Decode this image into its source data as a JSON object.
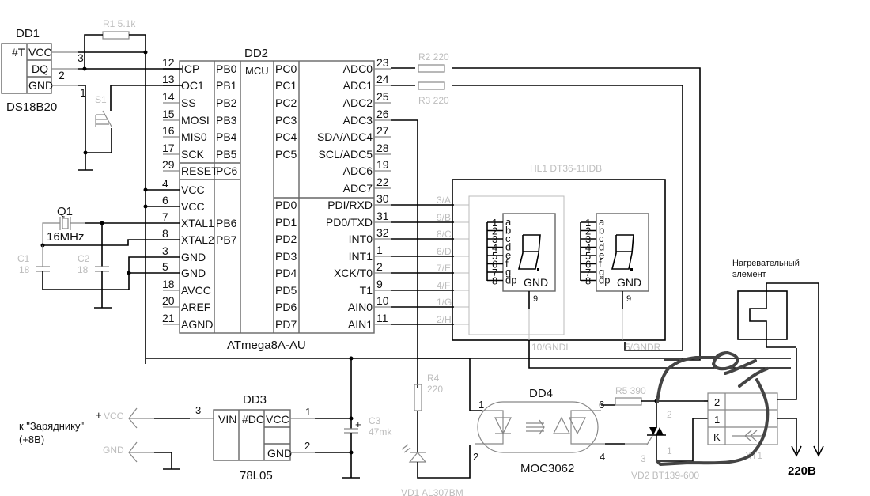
{
  "dd1": {
    "ref": "DD1",
    "part": "DS18B20",
    "pins": [
      "VCC",
      "DQ",
      "GND"
    ],
    "prefix": "#T",
    "pin_numbers": [
      "3",
      "2",
      "1"
    ]
  },
  "r1": {
    "label": "R1 5.1k"
  },
  "s1": {
    "label": "S1"
  },
  "q1": {
    "ref": "Q1",
    "freq": "16MHz"
  },
  "c1": {
    "ref": "C1",
    "value": "18"
  },
  "c2": {
    "ref": "C2",
    "value": "18"
  },
  "dd2": {
    "ref": "DD2",
    "part": "ATmega8A-AU",
    "center": "MCU",
    "left_pins": [
      {
        "num": "12",
        "name": "ICP",
        "port": "PB0"
      },
      {
        "num": "13",
        "name": "OC1",
        "port": "PB1"
      },
      {
        "num": "14",
        "name": "SS",
        "port": "PB2"
      },
      {
        "num": "15",
        "name": "MOSI",
        "port": "PB3"
      },
      {
        "num": "16",
        "name": "MIS0",
        "port": "PB4"
      },
      {
        "num": "17",
        "name": "SCK",
        "port": "PB5"
      },
      {
        "num": "29",
        "name": "RESET",
        "port": "PC6"
      },
      {
        "num": "4",
        "name": "VCC",
        "port": ""
      },
      {
        "num": "6",
        "name": "VCC",
        "port": ""
      },
      {
        "num": "7",
        "name": "XTAL1",
        "port": "PB6"
      },
      {
        "num": "8",
        "name": "XTAL2",
        "port": "PB7"
      },
      {
        "num": "3",
        "name": "GND",
        "port": ""
      },
      {
        "num": "5",
        "name": "GND",
        "port": ""
      },
      {
        "num": "18",
        "name": "AVCC",
        "port": ""
      },
      {
        "num": "20",
        "name": "AREF",
        "port": ""
      },
      {
        "num": "21",
        "name": "AGND",
        "port": ""
      }
    ],
    "right_pins": [
      {
        "num": "23",
        "name": "ADC0",
        "port": "PC0"
      },
      {
        "num": "24",
        "name": "ADC1",
        "port": "PC1"
      },
      {
        "num": "25",
        "name": "ADC2",
        "port": "PC2"
      },
      {
        "num": "26",
        "name": "ADC3",
        "port": "PC3"
      },
      {
        "num": "27",
        "name": "SDA/ADC4",
        "port": "PC4"
      },
      {
        "num": "28",
        "name": "SCL/ADC5",
        "port": "PC5"
      },
      {
        "num": "19",
        "name": "ADC6",
        "port": ""
      },
      {
        "num": "22",
        "name": "ADC7",
        "port": ""
      },
      {
        "num": "30",
        "name": "PDI/RXD",
        "port": "PD0"
      },
      {
        "num": "31",
        "name": "PD0/TXD",
        "port": "PD1"
      },
      {
        "num": "32",
        "name": "INT0",
        "port": "PD2"
      },
      {
        "num": "1",
        "name": "INT1",
        "port": "PD3"
      },
      {
        "num": "2",
        "name": "XCK/T0",
        "port": "PD4"
      },
      {
        "num": "9",
        "name": "T1",
        "port": "PD5"
      },
      {
        "num": "10",
        "name": "AIN0",
        "port": "PD6"
      },
      {
        "num": "11",
        "name": "AIN1",
        "port": "PD7"
      }
    ]
  },
  "r2": {
    "label": "R2  220"
  },
  "r3": {
    "label": "R3  220"
  },
  "hl1": {
    "label": "HL1  DT36-11IDB",
    "inputs": [
      "3/A",
      "9/B",
      "8/C",
      "6/D",
      "7/E",
      "4/F",
      "1/G",
      "2/H"
    ],
    "digit_pins": [
      "1",
      "2",
      "3",
      "4",
      "5",
      "6",
      "7",
      "8"
    ],
    "segments": [
      "a",
      "b",
      "c",
      "d",
      "e",
      "f",
      "g",
      "dp"
    ],
    "gnd_label": "GND",
    "gnd_pin": "9",
    "gnd_left": "10/GNDL",
    "gnd_right": "5/GNDR"
  },
  "dd3": {
    "ref": "DD3",
    "part": "78L05",
    "pins": [
      "VIN",
      "#DC",
      "VCC",
      "GND"
    ],
    "pin_in": "3",
    "pin_out": "1",
    "pin_gnd": "2"
  },
  "c3": {
    "ref": "C3",
    "value": "47mk",
    "polarity": "+"
  },
  "charger": {
    "label_line1": "к \"Заряднику\"",
    "label_line2": "(+8В)",
    "vcc": "VCC",
    "vcc_sign": "+",
    "gnd": "GND"
  },
  "r4": {
    "ref": "R4",
    "value": "220"
  },
  "vd1": {
    "label": "VD1 AL307BM"
  },
  "dd4": {
    "ref": "DD4",
    "part": "MOC3062",
    "pins": [
      "1",
      "2",
      "6",
      "4"
    ]
  },
  "r5": {
    "label": "R5  390"
  },
  "vd2": {
    "label": "VD2 BT139-600",
    "pins": [
      "2",
      "1",
      "3"
    ]
  },
  "xt1": {
    "ref": "XT1",
    "rows": [
      "2",
      "1",
      "K"
    ]
  },
  "heater": {
    "line1": "Нагревательный",
    "line2": "элемент"
  },
  "mains": {
    "label": "220В"
  }
}
